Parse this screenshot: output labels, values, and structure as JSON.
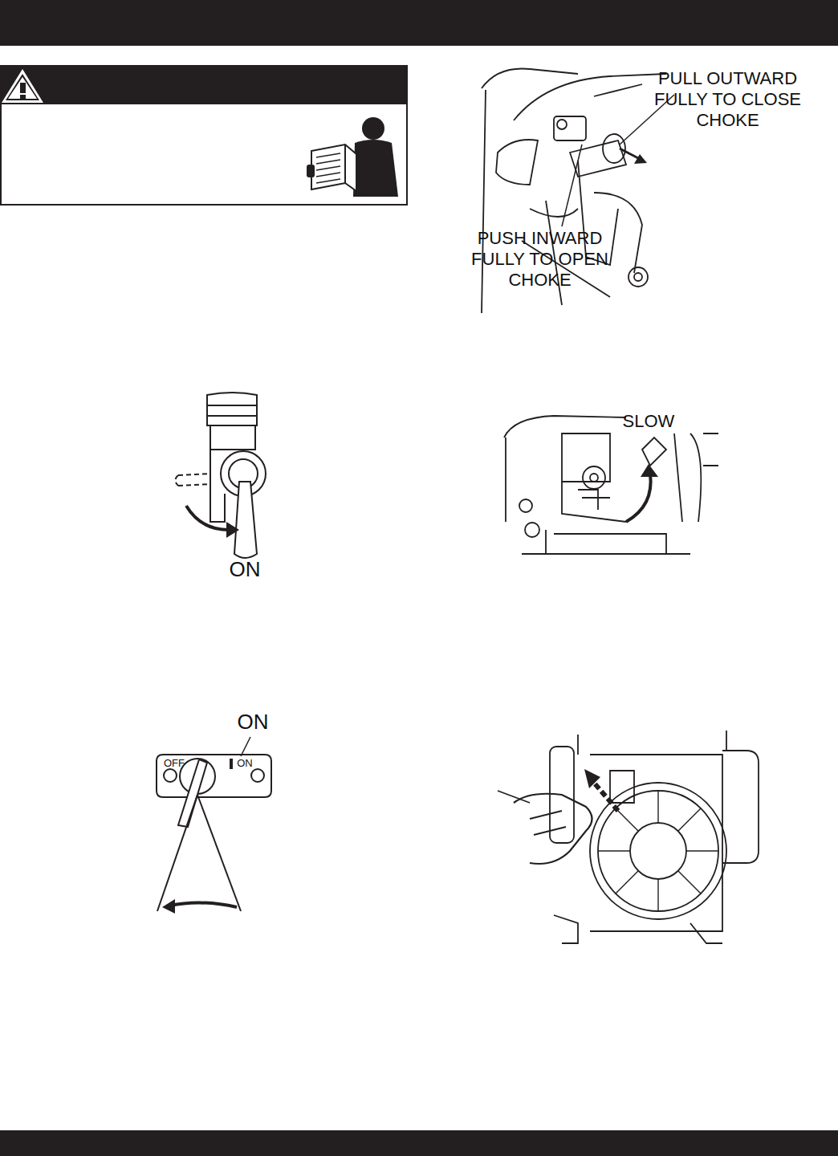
{
  "diagram": {
    "labels": [
      "PULL OUTWARD FULLY TO CLOSE CHOKE",
      "PUSH INWARD FULLY TO OPEN CHOKE",
      "ON",
      "SLOW",
      "ON",
      "OFF",
      "ON"
    ]
  }
}
